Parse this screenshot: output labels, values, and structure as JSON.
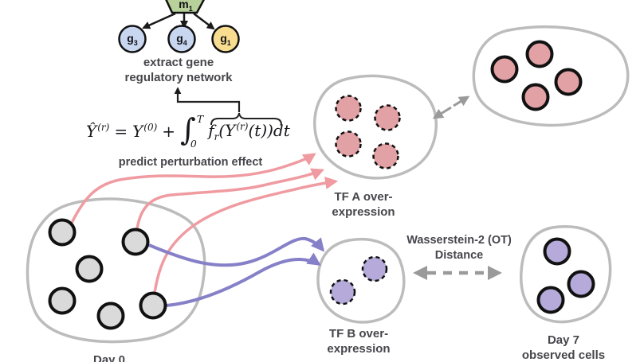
{
  "colors": {
    "cell_gray": "#dadada",
    "cell_pink": "#e2a1a4",
    "cell_purple": "#b5aad9",
    "arrow_pink": "#ef9ba1",
    "arrow_purple": "#8680c8",
    "arrow_gray": "#9a9a9a",
    "blob_outline": "#bcbcbc",
    "node_green": "#b8d09a",
    "node_blue": "#c8d6f0",
    "node_yellow": "#f8dd90",
    "text_dark": "#46464c"
  },
  "grn": {
    "module": {
      "base": "m",
      "sub": "1"
    },
    "genes": [
      {
        "base": "g",
        "sub": "3"
      },
      {
        "base": "g",
        "sub": "4"
      },
      {
        "base": "g",
        "sub": "1"
      }
    ],
    "caption_line1": "extract gene",
    "caption_line2": "regulatory network"
  },
  "formula": {
    "yhat": "Ŷ",
    "yhat_sup": "(r)",
    "equals": "=",
    "y_base": "Y",
    "y0_sup": "(0)",
    "plus": "+",
    "integral": "∫",
    "int_upper": "T",
    "int_lower": "0",
    "f": "f",
    "f_sub": "r",
    "arg_open": "(Y",
    "arg_sup": "(r)",
    "arg_close": "(t))dt",
    "caption": "predict perturbation effect"
  },
  "labels": {
    "day0": "Day 0",
    "tfa_line1": "TF A over-",
    "tfa_line2": "expression",
    "tfb_line1": "TF B over-",
    "tfb_line2": "expression",
    "day7_line1": "Day 7",
    "day7_line2": "observed cells",
    "distance_line1": "Wasserstein-2 (OT)",
    "distance_line2": "Distance"
  }
}
